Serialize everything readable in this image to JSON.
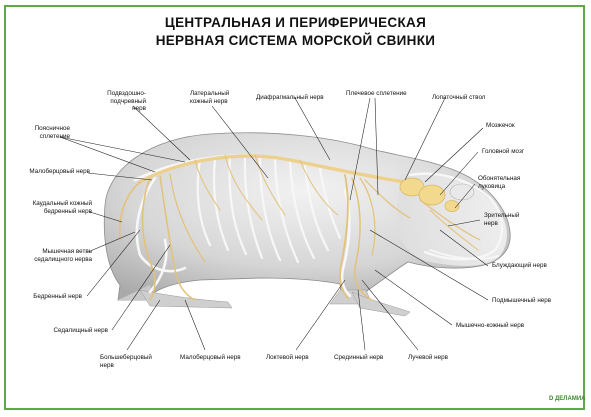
{
  "title": {
    "line1": "ЦЕНТРАЛЬНАЯ И ПЕРИФЕРИЧЕСКАЯ",
    "line2": "НЕРВНАЯ СИСТЕМА МОРСКОЙ СВИНКИ"
  },
  "labels": {
    "infraorbital_nerve": "Подвздошно-подчревный\nнерв",
    "lateral_cutaneous_nerve": "Латеральный\nкожный нерв",
    "phrenic_nerve": "Диафрагмальный нерв",
    "brachial_plexus": "Плечевое сплетение",
    "scapular_trunk": "Лопаточный ствол",
    "lumbar_plexus": "Поясничное\nсплетение",
    "cerebellum": "Мозжечок",
    "brain": "Головной мозг",
    "fibular_nerve_top": "Малоберцовый нерв",
    "olfactory_bulb": "Обонятельная\nлуковица",
    "caudal_cutaneous_femoral_nerve": "Каудальный кожный\nбедренный нерв",
    "optic_nerve": "Зрительный\nнерв",
    "muscular_branch_sciatic": "Мышечная ветвь\nседалищного нерва",
    "vagus_nerve": "Блуждающий нерв",
    "femoral_nerve": "Бедренный нерв",
    "axillary_nerve": "Подмышечный нерв",
    "sciatic_nerve": "Седалищный нерв",
    "musculocutaneous_nerve": "Мышечно-кожный нерв",
    "tibial_nerve": "Большеберцовый\nнерв",
    "fibular_nerve_bottom": "Малоберцовый нерв",
    "ulnar_nerve": "Локтевой нерв",
    "median_nerve": "Срединный нерв",
    "radial_nerve": "Лучевой нерв"
  },
  "publisher": "D ДЕЛАМИА",
  "colors": {
    "frame": "#5fa845",
    "nerve": "#f1d79a",
    "nerve_stroke": "#d9b865",
    "brain": "#f3d98e",
    "leader": "#1a1a1a",
    "body": "#dcdcdc"
  }
}
